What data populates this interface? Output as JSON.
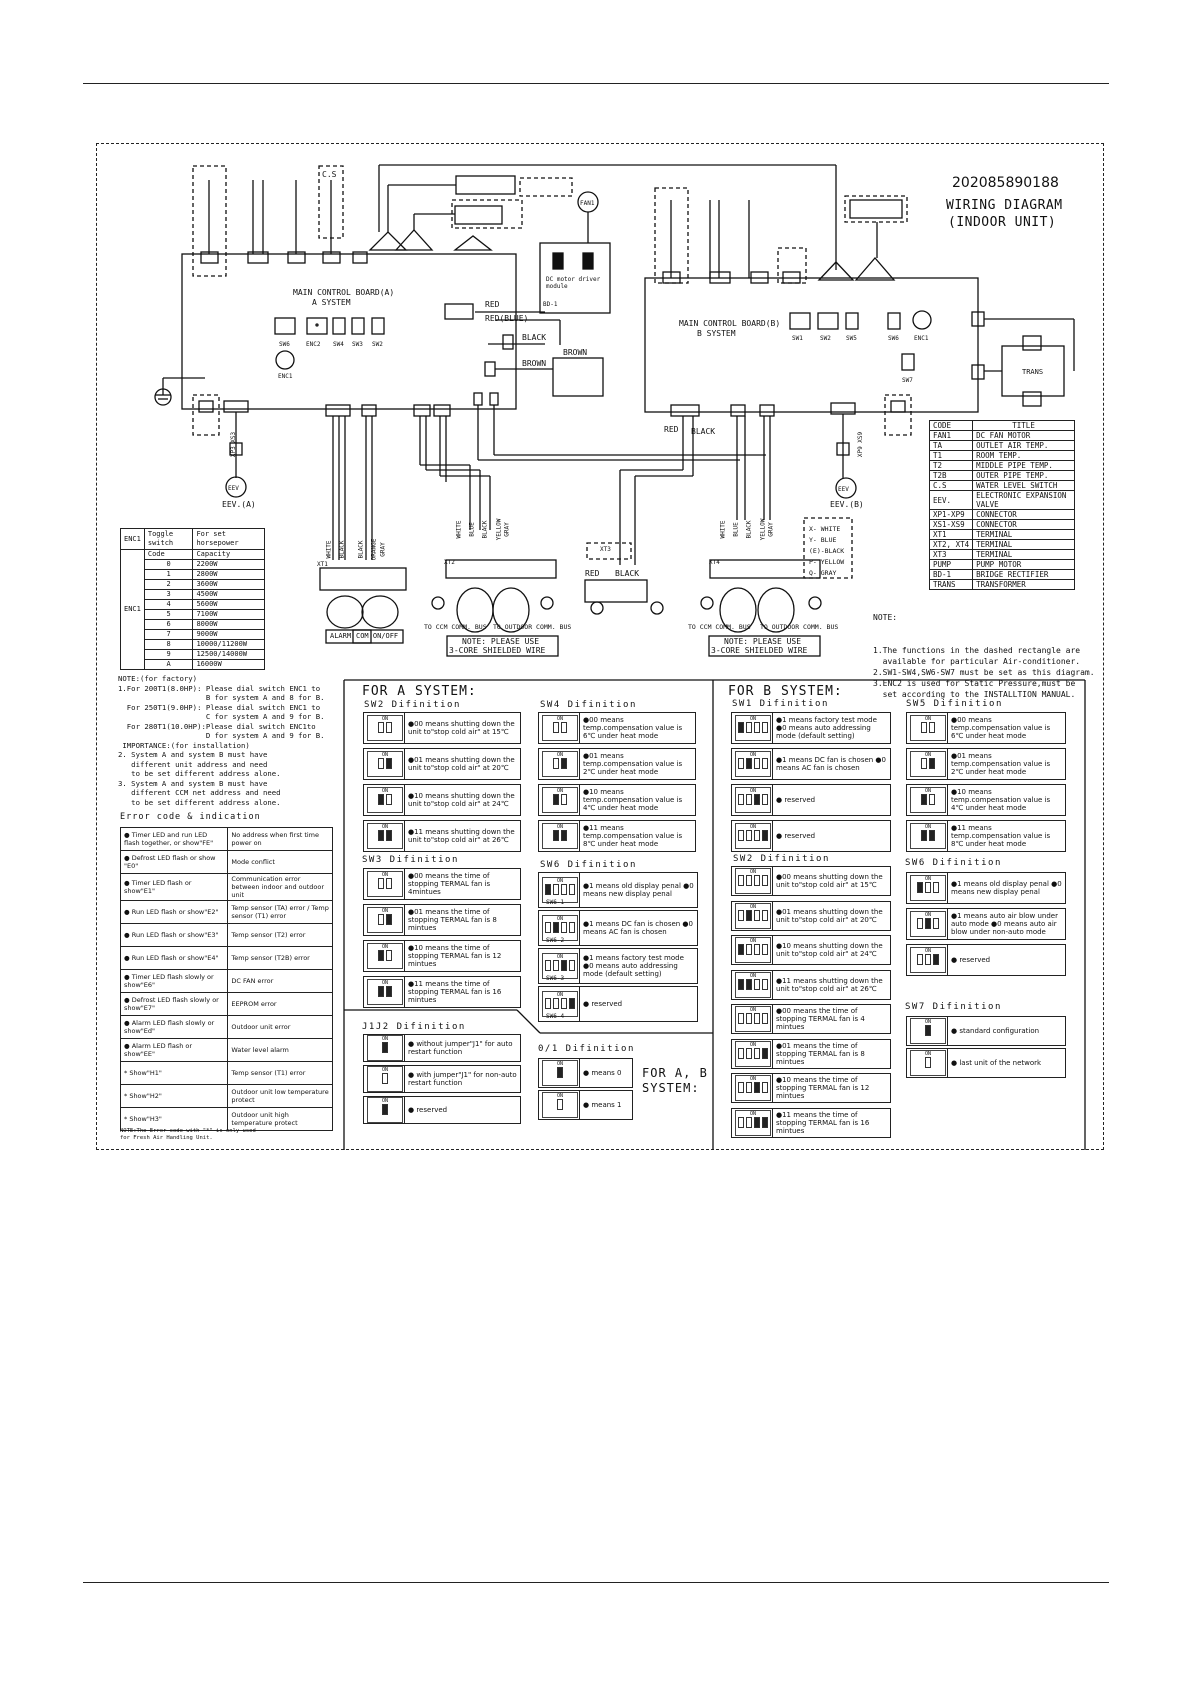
{
  "diagram": {
    "number": "202085890188",
    "title_line1": "WIRING DIAGRAM",
    "title_line2": "(INDOOR UNIT)",
    "board_a": "MAIN CONTROL BOARD(A)",
    "board_a_sub": "A SYSTEM",
    "board_b": "MAIN CONTROL BOARD(B)",
    "board_b_sub": "B SYSTEM",
    "dc_motor": "DC motor driver module",
    "fan": "FAN1",
    "trans": "TRANS",
    "cs": "C.S",
    "bd": "BD-1",
    "labels": {
      "red": "RED",
      "red_blue": "RED(BLUE)",
      "black": "BLACK",
      "brown": "BROWN",
      "sw6": "SW6",
      "enc2": "ENC2",
      "sw4": "SW4",
      "sw3": "SW3",
      "sw2": "SW2",
      "enc1": "ENC1",
      "sw1": "SW1",
      "sw5": "SW5",
      "sw7": "SW7",
      "xp3": "XP3 XS3",
      "xp9": "XP9 XS9",
      "eev_a": "EEV.(A)",
      "eev_b": "EEV.(B)",
      "eev": "EEV",
      "xt1": "XT1",
      "xt2": "XT2",
      "xt3": "XT3",
      "xt4": "XT4",
      "alarm": "ALARM",
      "com_onoff": "COM ON/OFF",
      "to_ccm": "TO CCM  COMM. BUS",
      "to_out": "TO OUTDOOR COMM. BUS",
      "note_wire1": "NOTE: PLEASE USE",
      "note_wire2": "3-CORE SHIELDED WIRE",
      "white": "WHITE",
      "blue": "BLUE",
      "yellow": "YELLOW",
      "gray": "GRAY",
      "orange": "ORANGE"
    },
    "color_key": [
      "X- WHITE",
      "Y- BLUE",
      "(E)-BLACK",
      "P- YELLOW",
      "Q- GRAY"
    ]
  },
  "legend": {
    "headers": [
      "CODE",
      "TITLE"
    ],
    "rows": [
      [
        "FAN1",
        "DC FAN MOTOR"
      ],
      [
        "TA",
        "OUTLET AIR TEMP."
      ],
      [
        "T1",
        "ROOM TEMP."
      ],
      [
        "T2",
        "MIDDLE PIPE TEMP."
      ],
      [
        "T2B",
        "OUTER PIPE TEMP."
      ],
      [
        "C.S",
        "WATER LEVEL SWITCH"
      ],
      [
        "EEV.",
        "ELECTRONIC EXPANSION VALVE"
      ],
      [
        "XP1-XP9",
        "CONNECTOR"
      ],
      [
        "XS1-XS9",
        "CONNECTOR"
      ],
      [
        "XT1",
        "TERMINAL"
      ],
      [
        "XT2, XT4",
        "TERMINAL"
      ],
      [
        "XT3",
        "TERMINAL"
      ],
      [
        "PUMP",
        "PUMP MOTOR"
      ],
      [
        "BD-1",
        "BRIDGE RECTIFIER"
      ],
      [
        "TRANS",
        "TRANSFORMER"
      ]
    ]
  },
  "note_right": {
    "title": "NOTE:",
    "lines": [
      "1.The functions in the dashed rectangle are",
      "  available for particular Air-conditioner.",
      "2.SW1-SW4,SW6-SW7 must be set as this diagram.",
      "3.ENC2 is used for Static Pressure,must be",
      "  set according to the INSTALLTION MANUAL."
    ]
  },
  "enc_table": {
    "h1": "ENC1",
    "h2": "Toggle switch",
    "h3": "For set horsepower",
    "sub": [
      "Code",
      "Capacity"
    ],
    "label": "ENC1",
    "rows": [
      [
        "0",
        "2200W"
      ],
      [
        "1",
        "2800W"
      ],
      [
        "2",
        "3600W"
      ],
      [
        "3",
        "4500W"
      ],
      [
        "4",
        "5600W"
      ],
      [
        "5",
        "7100W"
      ],
      [
        "6",
        "8000W"
      ],
      [
        "7",
        "9000W"
      ],
      [
        "8",
        "10000/11200W"
      ],
      [
        "9",
        "12500/14000W"
      ],
      [
        "A",
        "16000W"
      ]
    ]
  },
  "note_factory": {
    "lines": [
      "NOTE:(for factory)",
      "1.For 200T1(8.0HP): Please dial switch ENC1 to",
      "                    B for system A and 8 for B.",
      "  For 250T1(9.0HP): Please dial switch ENC1 to",
      "                    C for system A and 9 for B.",
      "  For 280T1(10.0HP):Please dial switch ENC1to",
      "                    D for system A and 9 for B.",
      " IMPORTANCE:(for installation)",
      "2. System A and system B must have",
      "   different unit address and need",
      "   to be set different address alone.",
      "3. System A and system B must have",
      "   different CCM net address and need",
      "   to be set different address alone."
    ]
  },
  "errors": {
    "title": "Error code & indication",
    "rows": [
      [
        "● Timer LED and run LED flash together, or show\"FE\"",
        "No address when first time power on"
      ],
      [
        "● Defrost LED flash or show \"E0\"",
        "Mode conflict"
      ],
      [
        "● Timer LED flash or show\"E1\"",
        "Communication error between indoor and outdoor unit"
      ],
      [
        "● Run LED flash or show\"E2\"",
        "Temp sensor (TA) error / Temp sensor (T1) error"
      ],
      [
        "● Run LED flash or show\"E3\"",
        "Temp sensor (T2) error"
      ],
      [
        "● Run LED flash or show\"E4\"",
        "Temp sensor (T2B) error"
      ],
      [
        "● Timer LED flash slowly or show\"E6\"",
        "DC FAN error"
      ],
      [
        "● Defrost LED flash slowly or show\"E7\"",
        "EEPROM error"
      ],
      [
        "● Alarm LED flash slowly or show\"Ed\"",
        "Outdoor unit error"
      ],
      [
        "● Alarm LED flash or show\"EE\"",
        "Water level alarm"
      ],
      [
        "* Show\"H1\"",
        "Temp sensor (T1) error"
      ],
      [
        "* Show\"H2\"",
        "Outdoor unit low temperature protect"
      ],
      [
        "* Show\"H3\"",
        "Outdoor unit high temperature protect"
      ]
    ],
    "footnote1": "NOTE:The Error code with \"*\" is only used",
    "footnote2": "for Fresh Air Handling Unit."
  },
  "sys_a": {
    "title": "FOR A SYSTEM:",
    "sw2": {
      "title": "SW2 Difinition",
      "items": [
        "●00 means shutting down the unit to\"stop cold air\" at 15℃",
        "●01 means shutting down the unit to\"stop cold air\" at 20℃",
        "●10 means shutting down the unit to\"stop cold air\" at 24℃",
        "●11 means shutting down the unit to\"stop cold air\" at 26℃"
      ]
    },
    "sw4": {
      "title": "SW4 Difinition",
      "items": [
        "●00 means temp.compensation value is 6℃ under heat mode",
        "●01 means temp.compensation value is 2℃ under heat mode",
        "●10 means temp.compensation value is 4℃ under heat mode",
        "●11 means temp.compensation value is 8℃ under heat mode"
      ]
    },
    "sw3": {
      "title": "SW3 Difinition",
      "items": [
        "●00 means the time of stopping TERMAL fan is 4mintues",
        "●01 means the time of stopping TERMAL fan is 8 mintues",
        "●10 means the time of stopping TERMAL fan is 12 mintues",
        "●11 means the time of stopping TERMAL fan is 16 mintues"
      ]
    },
    "sw6": {
      "title": "SW6 Difinition",
      "items": [
        "●1 means old display penal ●0 means new display penal",
        "●1 means DC fan is chosen ●0 means AC fan is chosen",
        "●1 means factory test mode ●0 means auto addressing mode (default setting)",
        "● reserved"
      ],
      "sub": [
        "SW6-1",
        "SW6-2",
        "SW6-3",
        "SW6-4"
      ]
    },
    "j1j2": {
      "title": "J1J2 Difinition",
      "items": [
        "● without jumper\"J1\" for auto restart function",
        "● with jumper\"J1\" for non-auto restart function",
        "● reserved"
      ]
    },
    "o1": {
      "title": "0/1 Difinition",
      "items": [
        "● means 0",
        "● means 1"
      ]
    },
    "for_ab": "FOR A, B SYSTEM:"
  },
  "sys_b": {
    "title": "FOR B SYSTEM:",
    "sw1": {
      "title": "SW1 Difinition",
      "items": [
        "●1 means factory test mode ●0 means auto addressing mode (default setting)",
        "●1 means DC fan is chosen ●0 means AC fan is chosen",
        "● reserved",
        "● reserved"
      ]
    },
    "sw5": {
      "title": "SW5 Difinition",
      "items": [
        "●00 means temp.compensation value is 6℃ under heat mode",
        "●01 means temp.compensation value is 2℃ under heat mode",
        "●10 means temp.compensation value is 4℃ under heat mode",
        "●11 means temp.compensation value is 8℃ under heat mode"
      ]
    },
    "sw2": {
      "title": "SW2 Difinition",
      "items": [
        "●00 means shutting down the unit to\"stop cold air\" at 15℃",
        "●01 means shutting down the unit to\"stop cold air\" at 20℃",
        "●10 means shutting down the unit to\"stop cold air\" at 24℃",
        "●11 means shutting down the unit to\"stop cold air\" at 26℃",
        "●00 means the time of stopping TERMAL fan is 4 mintues",
        "●01 means the time of stopping TERMAL fan is 8 mintues",
        "●10 means the time of stopping TERMAL fan is 12 mintues",
        "●11 means the time of stopping TERMAL fan is 16 mintues"
      ]
    },
    "sw6": {
      "title": "SW6 Difinition",
      "items": [
        "●1 means old display penal ●0 means new display penal",
        "●1 means auto air blow under auto mode ●0 means auto air blow under non-auto mode",
        "● reserved"
      ]
    },
    "sw7": {
      "title": "SW7 Difinition",
      "items": [
        "● standard configuration",
        "● last unit of the network"
      ]
    }
  }
}
